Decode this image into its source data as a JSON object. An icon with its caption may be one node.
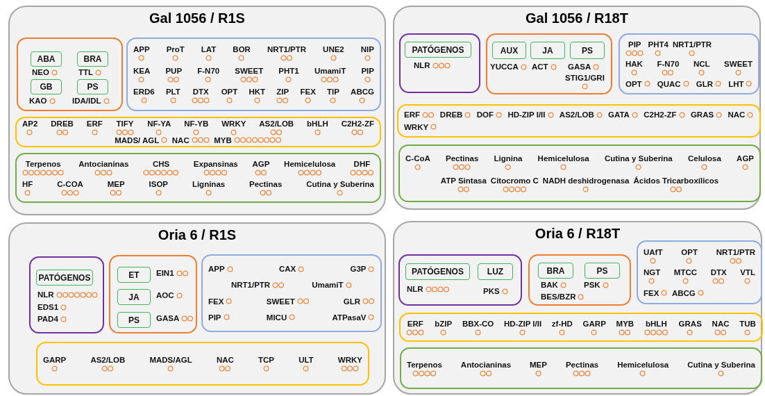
{
  "diagram": {
    "nodes": [
      {
        "text": [
          "Gal 1056 / R1S"
        ]
      },
      {
        "text": [
          "NEO",
          "TTL",
          "KAO",
          "IDA/IDL"
        ],
        "in": 0
      },
      {
        "text": [
          "ABA"
        ],
        "in": 1
      },
      {
        "text": [
          "BRA"
        ],
        "in": 1
      },
      {
        "text": [
          "GB"
        ],
        "in": 1
      },
      {
        "text": [
          "PS"
        ],
        "in": 1
      },
      {
        "text": [
          "APP",
          "ProT",
          "LAT",
          "BOR",
          "NRT1/PTR",
          "UNE2",
          "NIP",
          "KEA",
          "PUP",
          "F-N70",
          "SWEET",
          "PHT1",
          "UmamiT",
          "PIP",
          "ERD6",
          "PLT",
          "DTX",
          "OPT",
          "HKT",
          "ZIP",
          "FEX",
          "TIP",
          "ABCG"
        ],
        "in": 0
      },
      {
        "text": [
          "AP2",
          "DREB",
          "ERF",
          "TIFY",
          "NF-YA",
          "NF-YB",
          "WRKY",
          "AS2/LOB",
          "bHLH",
          "C2H2-ZF",
          "MADS/ AGL",
          "NAC",
          "MYB"
        ],
        "in": 0
      },
      {
        "text": [
          "Terpenos",
          "Antocianinas",
          "CHS",
          "Expansinas",
          "AGP",
          "Hemicelulosa",
          "DHF",
          "HF",
          "C-COA",
          "MEP",
          "ISOP",
          "Ligninas",
          "Pectinas",
          "Cutina y Suberina"
        ],
        "in": 0
      },
      {
        "text": [
          "Gal 1056 / R18T"
        ]
      },
      {
        "text": [
          "NLR"
        ],
        "in": 9
      },
      {
        "text": [
          "PATÓGENOS"
        ],
        "in": 10
      },
      {
        "text": [
          "YUCCA",
          "ACT",
          "GASA",
          "STIG1/GRI"
        ],
        "in": 9
      },
      {
        "text": [
          "AUX"
        ],
        "in": 12
      },
      {
        "text": [
          "JA"
        ],
        "in": 12
      },
      {
        "text": [
          "PS"
        ],
        "in": 12
      },
      {
        "text": [
          "PIP",
          "PHT4",
          "NRT1/PTR",
          "HAK",
          "F-N70",
          "NCL",
          "SWEET",
          "OPT",
          "QUAC",
          "GLR",
          "LHT"
        ],
        "in": 9
      },
      {
        "text": [
          "ERF",
          "DREB",
          "DOF",
          "HD-ZIP I/II",
          "AS2/LOB",
          "GATA",
          "C2H2-ZF",
          "GRAS",
          "NAC",
          "WRKY"
        ],
        "in": 9
      },
      {
        "text": [
          "C-CoA",
          "Pectinas",
          "Lignina",
          "Hemicelulosa",
          "Cutina y Suberina",
          "Celulosa",
          "AGP",
          "ATP Sintasa",
          "Citocromo C",
          "NADH deshidrogenasa",
          "Ácidos Tricarboxílicos"
        ],
        "in": 9
      },
      {
        "text": [
          "Oria 6 / R1S"
        ]
      },
      {
        "text": [
          "NLR",
          "EDS1",
          "PAD4"
        ],
        "in": 19
      },
      {
        "text": [
          "PATÓGENOS"
        ],
        "in": 20
      },
      {
        "text": [
          "EIN1",
          "AOC",
          "GASA"
        ],
        "in": 19
      },
      {
        "text": [
          "ET"
        ],
        "in": 22
      },
      {
        "text": [
          "JA"
        ],
        "in": 22
      },
      {
        "text": [
          "PS"
        ],
        "in": 22
      },
      {
        "text": [
          "APP",
          "CAX",
          "G3P",
          "NRT1/PTR",
          "UmamiT",
          "FEX",
          "SWEET",
          "GLR",
          "PIP",
          "MICU",
          "ATPasaV"
        ],
        "in": 19
      },
      {
        "text": [
          "GARP",
          "AS2/LOB",
          "MADS/AGL",
          "NAC",
          "TCP",
          "ULT",
          "WRKY"
        ],
        "in": 19
      },
      {
        "text": [
          "Oria 6 / R18T"
        ]
      },
      {
        "text": [
          "NLR",
          "PKS"
        ],
        "in": 28
      },
      {
        "text": [
          "PATÓGENOS"
        ],
        "in": 29
      },
      {
        "text": [
          "LUZ"
        ],
        "in": 29
      },
      {
        "text": [
          "BAK",
          "PSK",
          "BES/BZR"
        ],
        "in": 28
      },
      {
        "text": [
          "BRA"
        ],
        "in": 32
      },
      {
        "text": [
          "PS"
        ],
        "in": 32
      },
      {
        "text": [
          "UAfT",
          "OPT",
          "NRT1/PTR",
          "NGT",
          "MTCC",
          "DTX",
          "VTL",
          "FEX",
          "ABCG"
        ],
        "in": 28
      },
      {
        "text": [
          "ERF",
          "bZIP",
          "BBX-CO",
          "HD-ZIP I/II",
          "zf-HD",
          "GARP",
          "MYB",
          "bHLH",
          "GRAS",
          "NAC",
          "TUB"
        ],
        "in": 28
      },
      {
        "text": [
          "Terpenos",
          "Antocianinas",
          "MEP",
          "Pectinas",
          "Hemicelulosa",
          "Cutina y Suberina"
        ],
        "in": 28
      }
    ]
  }
}
